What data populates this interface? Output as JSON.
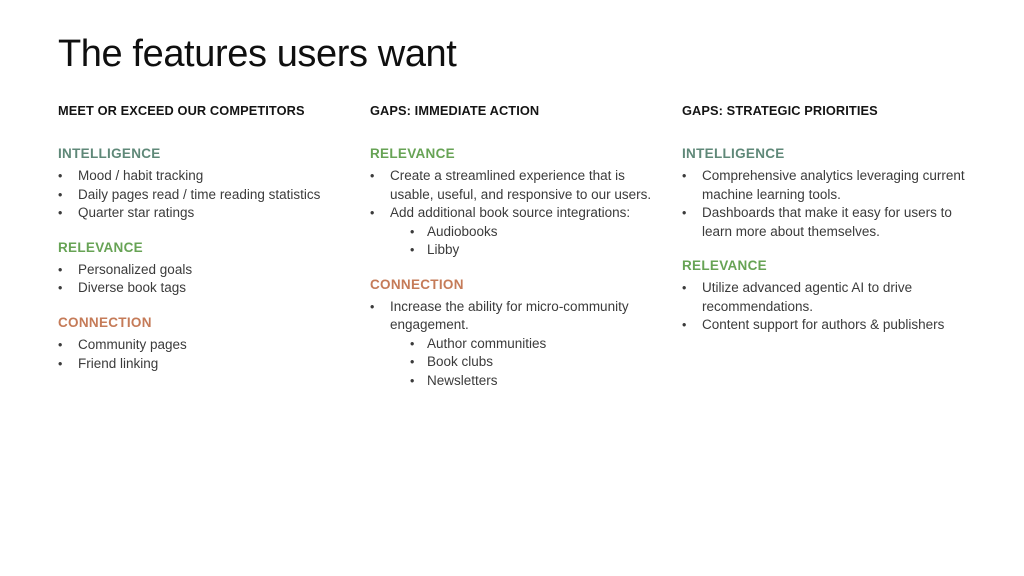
{
  "slide": {
    "title": "The features users want",
    "bullet_char": "•",
    "background": "#ffffff",
    "colors": {
      "intelligence": "#5F8878",
      "relevance": "#67A355",
      "connection": "#C57B58",
      "header": "#141414",
      "body": "#3B3B3B"
    }
  },
  "columns": [
    {
      "header": "MEET OR EXCEED OUR COMPETITORS",
      "sections": [
        {
          "heading": "INTELLIGENCE",
          "color": "intelligence",
          "items": [
            {
              "text": "Mood / habit tracking"
            },
            {
              "text": "Daily pages read / time reading statistics"
            },
            {
              "text": "Quarter star ratings"
            }
          ]
        },
        {
          "heading": "RELEVANCE",
          "color": "relevance",
          "items": [
            {
              "text": "Personalized goals"
            },
            {
              "text": "Diverse book tags"
            }
          ]
        },
        {
          "heading": "CONNECTION",
          "color": "connection",
          "items": [
            {
              "text": "Community pages"
            },
            {
              "text": "Friend linking"
            }
          ]
        }
      ]
    },
    {
      "header": "GAPS: IMMEDIATE ACTION",
      "sections": [
        {
          "heading": "RELEVANCE",
          "color": "relevance",
          "items": [
            {
              "text": "Create a streamlined experience that is usable, useful, and responsive to our users."
            },
            {
              "text": "Add additional book source integrations:",
              "subitems": [
                "Audiobooks",
                "Libby"
              ]
            }
          ]
        },
        {
          "heading": "CONNECTION",
          "color": "connection",
          "items": [
            {
              "text": "Increase the ability for micro-community engagement.",
              "subitems": [
                "Author communities",
                "Book clubs",
                "Newsletters"
              ]
            }
          ]
        }
      ]
    },
    {
      "header": "GAPS: STRATEGIC PRIORITIES",
      "sections": [
        {
          "heading": "INTELLIGENCE",
          "color": "intelligence",
          "items": [
            {
              "text": "Comprehensive analytics leveraging current machine learning tools."
            },
            {
              "text": "Dashboards that make it easy for users to learn more about themselves."
            }
          ]
        },
        {
          "heading": "RELEVANCE",
          "color": "relevance",
          "items": [
            {
              "text": "Utilize advanced agentic AI to drive recommendations."
            },
            {
              "text": "Content support for authors & publishers"
            }
          ]
        }
      ]
    }
  ]
}
